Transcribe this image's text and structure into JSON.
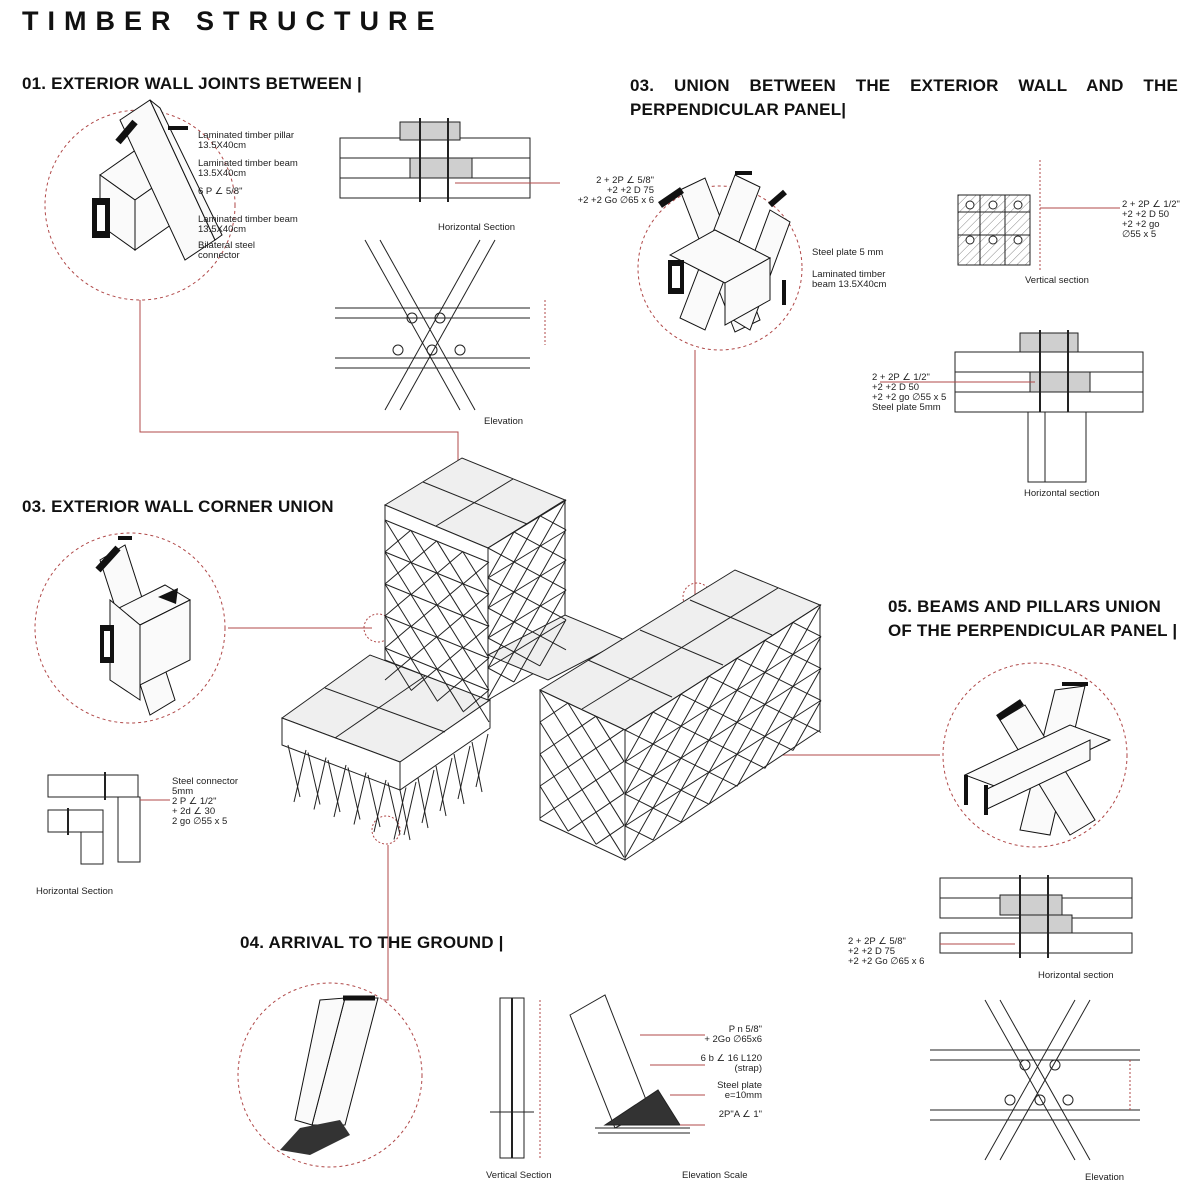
{
  "title": "TIMBER STRUCTURE",
  "sections": {
    "s01": {
      "heading": "01. EXTERIOR WALL JOINTS BETWEEN |",
      "callouts": [
        "Laminated timber pillar",
        "13.5X40cm",
        "Laminated timber beam",
        "13.5X40cm",
        "6 P ∠ 5/8\"",
        "Laminated timber beam",
        "13.5X40cm",
        "Bilateral steel",
        "connector"
      ],
      "spec": [
        "2 + 2P ∠ 5/8\"",
        "+2 +2 D 75",
        "+2 +2 Go ∅65 x 6"
      ],
      "captions": {
        "horizontal": "Horizontal Section",
        "elevation": "Elevation"
      }
    },
    "s03a": {
      "heading_line1": "03. UNION BETWEEN THE EXTERIOR WALL AND THE",
      "heading_line2": "PERPENDICULAR PANEL|",
      "callouts": [
        "Steel plate 5 mm",
        "Laminated timber",
        "beam 13.5X40cm"
      ],
      "spec_vertical": [
        "2 + 2P ∠ 1/2\"",
        "+2 +2 D 50",
        "+2 +2 go",
        "∅55 x 5"
      ],
      "spec_horizontal": [
        "2 + 2P ∠ 1/2\"",
        "+2 +2 D 50",
        "+2 +2 go ∅55 x 5",
        "Steel plate 5mm"
      ],
      "captions": {
        "vertical": "Vertical section",
        "horizontal": "Horizontal section"
      }
    },
    "s03b": {
      "heading": "03. EXTERIOR WALL CORNER UNION",
      "spec": [
        "Steel connector",
        "5mm",
        "2 P ∠ 1/2\"",
        "+ 2d ∠ 30",
        "2 go ∅55 x 5"
      ],
      "caption": "Horizontal Section"
    },
    "s04": {
      "heading": "04. ARRIVAL TO THE GROUND |",
      "spec": [
        "P n 5/8\"",
        "+ 2Go ∅65x6",
        "6 b ∠ 16 L120",
        "(strap)",
        "Steel plate",
        "e=10mm",
        "2P\"A ∠ 1\""
      ],
      "captions": {
        "vertical": "Vertical Section",
        "elevation": "Elevation Scale"
      }
    },
    "s05": {
      "heading_line1": "05. BEAMS AND PILLARS UNION",
      "heading_line2": "OF THE PERPENDICULAR PANEL |",
      "spec": [
        "2 + 2P ∠ 5/8\"",
        "+2 +2 D 75",
        "+2 +2 Go ∅65 x 6"
      ],
      "captions": {
        "horizontal": "Horizontal section",
        "elevation": "Elevation"
      }
    }
  },
  "colors": {
    "ink": "#111111",
    "leader": "#b04848",
    "fill_grey": "#bdbdbd",
    "panel": "#efefef"
  }
}
